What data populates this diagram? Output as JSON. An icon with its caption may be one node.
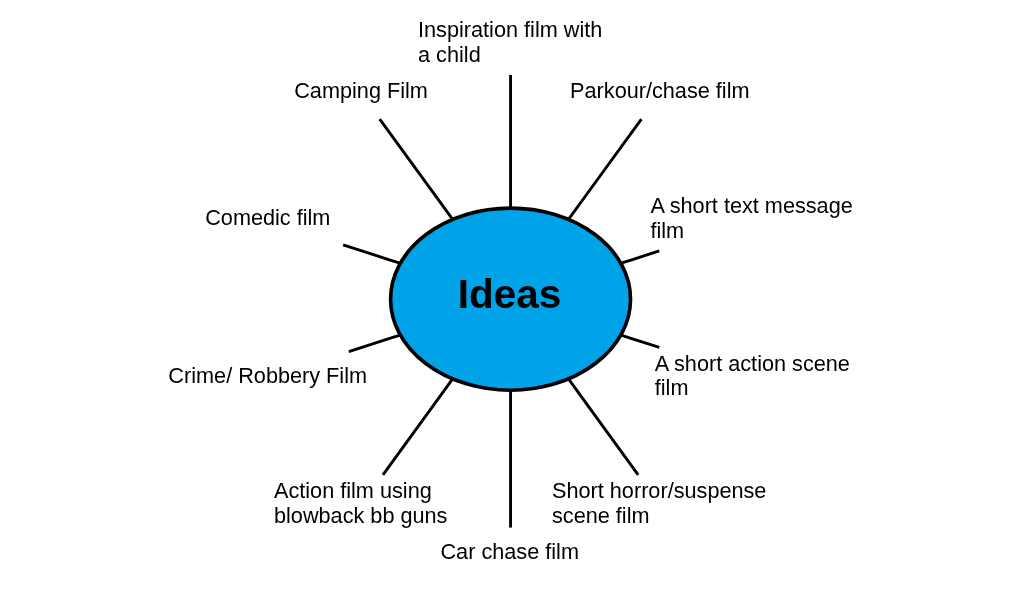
{
  "diagram": {
    "nodes": [
      {
        "text": [
          "Inspiration film with a child"
        ]
      },
      {
        "text": [
          "Parkour/chase film"
        ]
      },
      {
        "text": [
          "Camping Film"
        ]
      },
      {
        "text": [
          "A short text message film"
        ]
      },
      {
        "text": [
          "Comedic film"
        ]
      },
      {
        "text": [
          "Ideas"
        ]
      },
      {
        "text": [
          "A short action scene film"
        ]
      },
      {
        "text": [
          "Crime/ Robbery Film"
        ]
      },
      {
        "text": [
          "Short horror/suspense scene film"
        ]
      },
      {
        "text": [
          "Car chase film"
        ]
      },
      {
        "text": [
          "Action film using blowback bb guns"
        ]
      }
    ],
    "edges": [
      {
        "from": 5,
        "to": 0,
        "arrow": "none"
      },
      {
        "from": 5,
        "to": 1,
        "arrow": "none"
      },
      {
        "from": 5,
        "to": 3,
        "arrow": "none"
      },
      {
        "from": 5,
        "to": 6,
        "arrow": "none"
      },
      {
        "from": 5,
        "to": 8,
        "arrow": "none"
      },
      {
        "from": 5,
        "to": 9,
        "arrow": "none"
      },
      {
        "from": 5,
        "to": 10,
        "arrow": "none"
      },
      {
        "from": 5,
        "to": 7,
        "arrow": "none"
      },
      {
        "from": 5,
        "to": 4,
        "arrow": "none"
      },
      {
        "from": 5,
        "to": 2,
        "arrow": "none"
      }
    ]
  }
}
